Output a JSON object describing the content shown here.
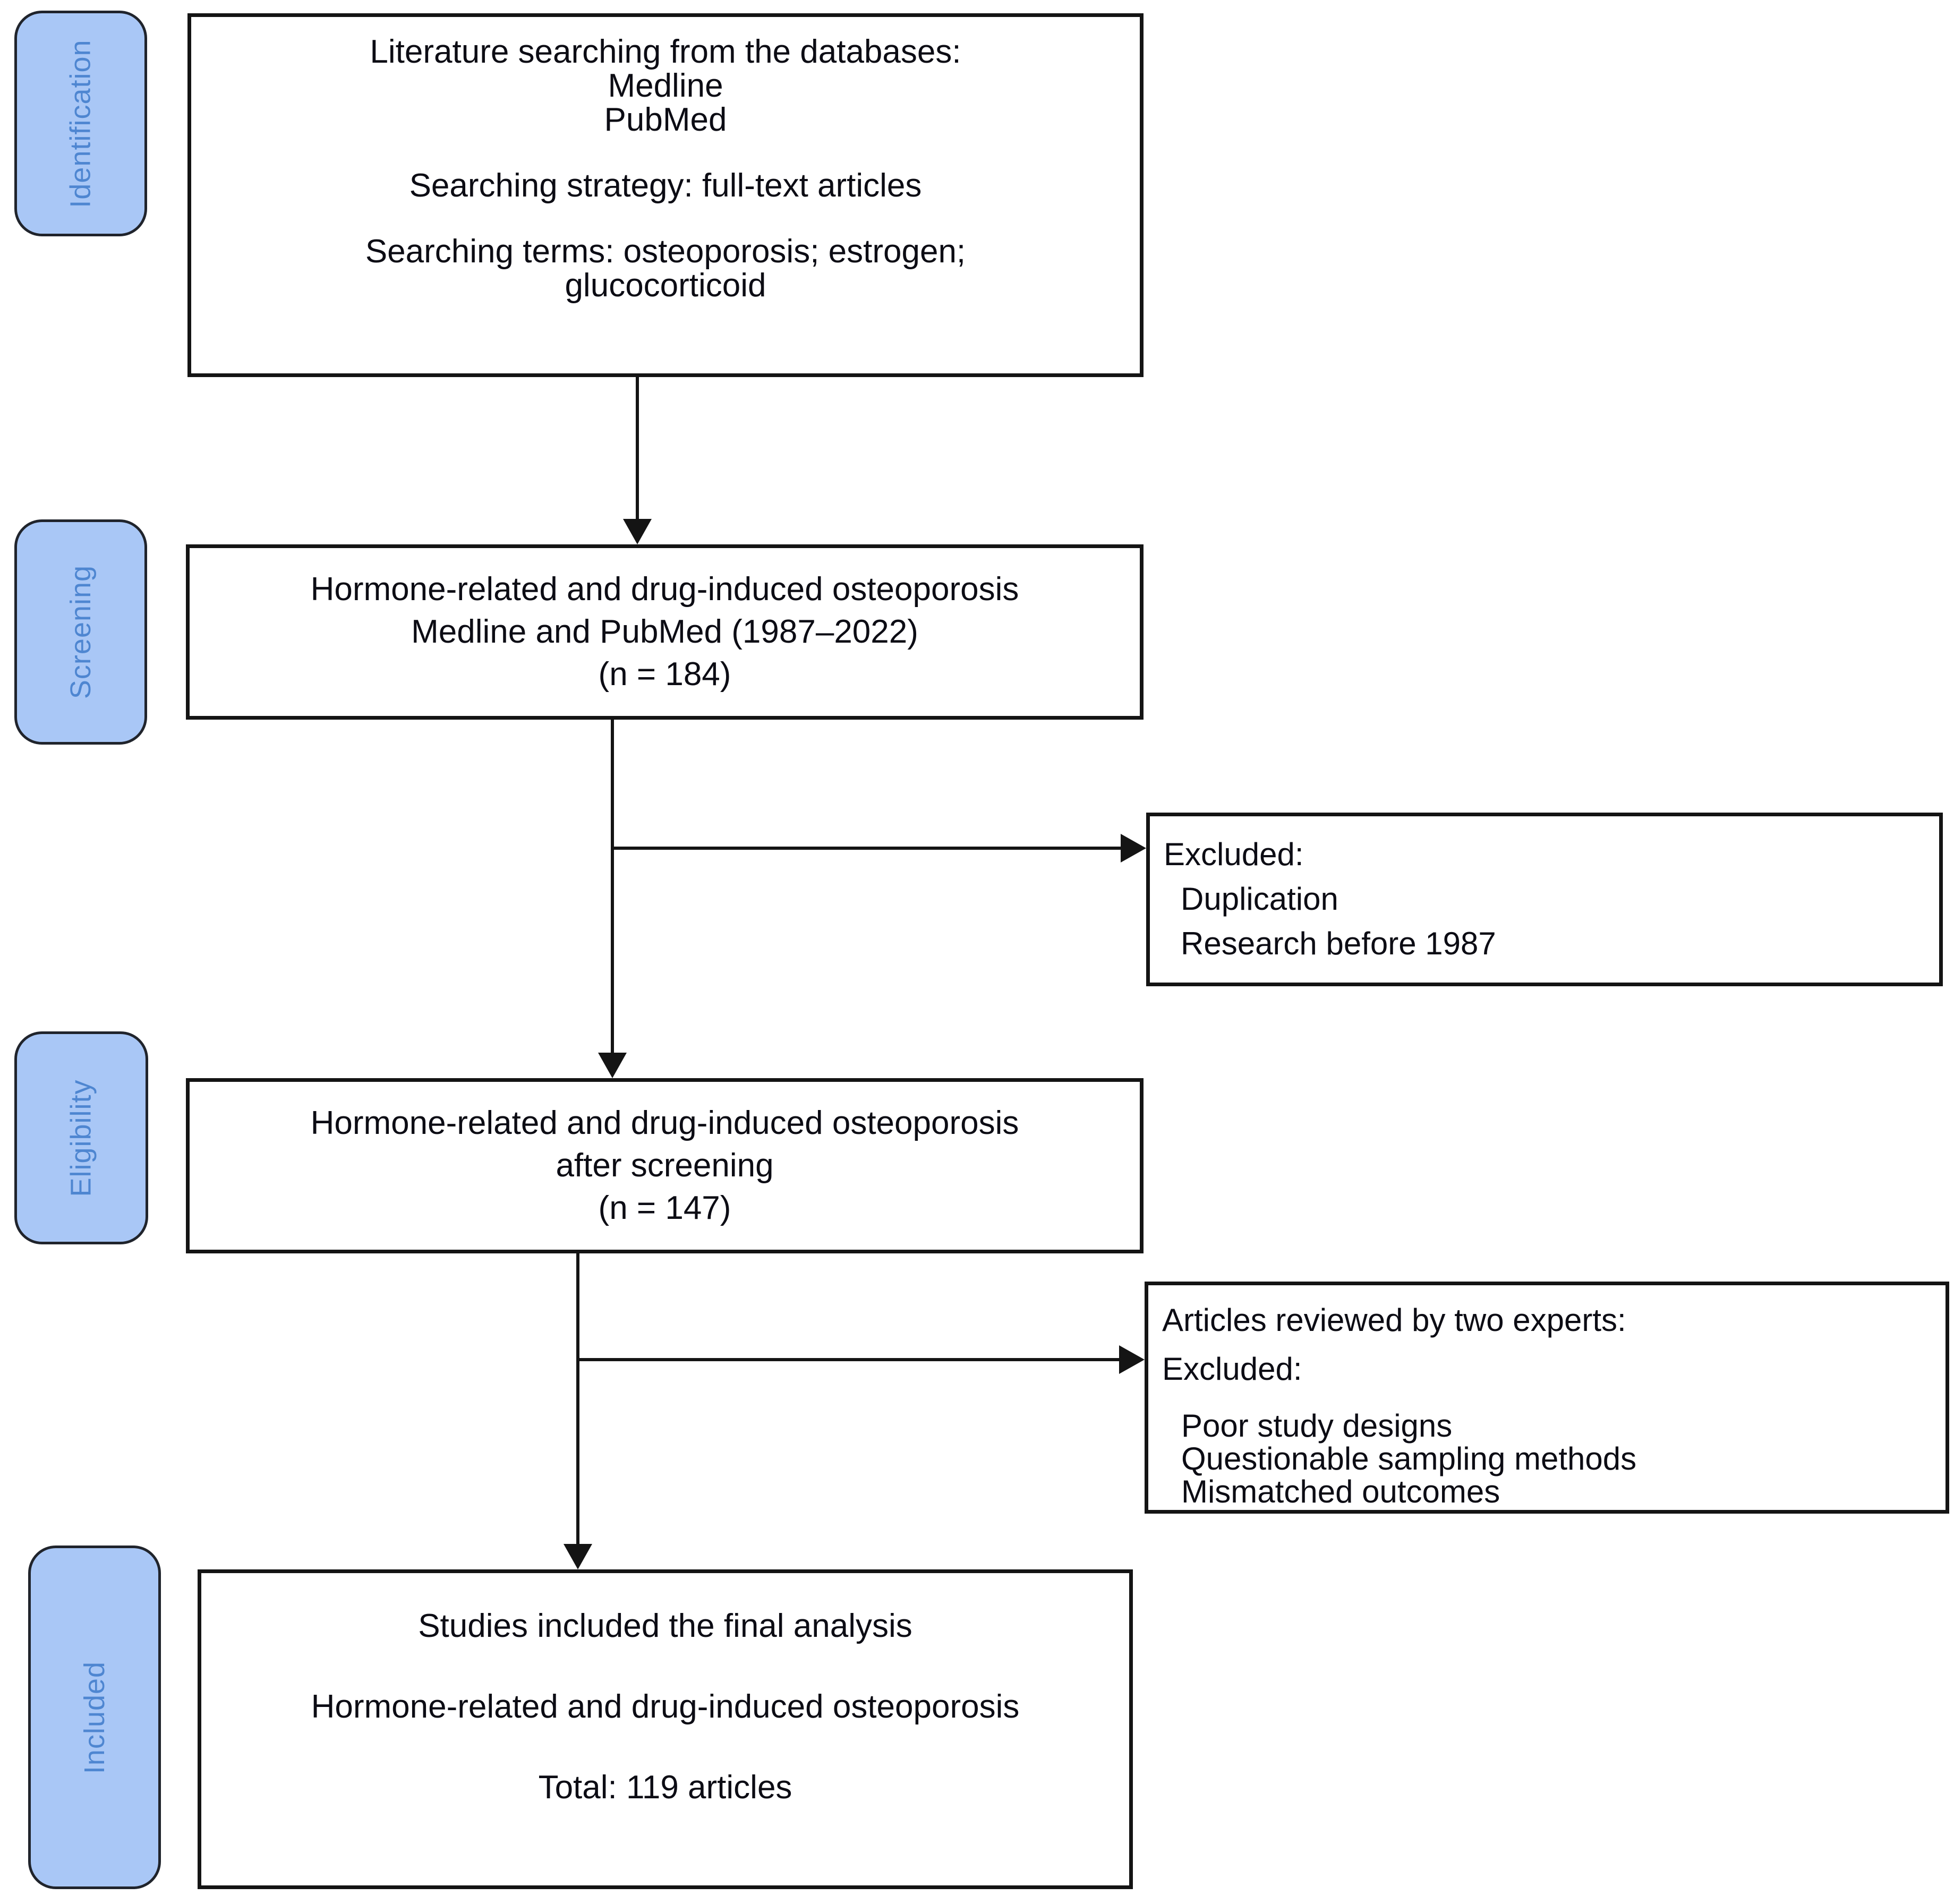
{
  "colors": {
    "stage_fill": "#a9c7f6",
    "stage_text": "#4e86d1",
    "stage_border": "#20242c",
    "box_border": "#141414",
    "arrow": "#141414",
    "text": "#0c0c14"
  },
  "stages": [
    {
      "label": "Identification"
    },
    {
      "label": "Screening"
    },
    {
      "label": "Eligibility"
    },
    {
      "label": "Included"
    }
  ],
  "boxes": {
    "search": {
      "lines": [
        "Literature searching from the databases:",
        "Medline",
        "PubMed",
        "Searching strategy: full-text articles",
        "Searching terms: osteoporosis; estrogen;",
        "glucocorticoid"
      ]
    },
    "screening_result": {
      "lines": [
        "Hormone-related and drug-induced osteoporosis",
        "Medline and PubMed (1987–2022)",
        "(n = 184)"
      ]
    },
    "eligibility_result": {
      "lines": [
        "Hormone-related and drug-induced osteoporosis",
        "after screening",
        "(n = 147)"
      ]
    },
    "included_result": {
      "lines": [
        "Studies included the final analysis",
        "Hormone-related and drug-induced osteoporosis",
        "Total: 119 articles"
      ]
    },
    "excluded_screening": {
      "title": "Excluded:",
      "items": [
        "Duplication",
        "Research before 1987"
      ]
    },
    "excluded_eligibility": {
      "intro": "Articles reviewed by two experts:",
      "title": "Excluded:",
      "items": [
        "Poor study designs",
        "Questionable sampling methods",
        "Mismatched outcomes"
      ]
    }
  }
}
